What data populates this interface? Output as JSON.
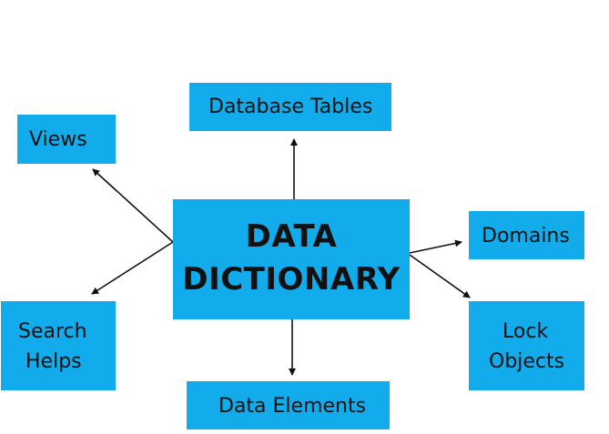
{
  "center": {
    "line1": "DATA",
    "line2": "DICTIONARY"
  },
  "nodes": {
    "database_tables": "Database  Tables",
    "views": "Views",
    "domains": "Domains",
    "search_helps_line1": "Search",
    "search_helps_line2": "Helps",
    "lock_objects_line1": "Lock",
    "lock_objects_line2": "Objects",
    "data_elements": "Data Elements"
  },
  "colors": {
    "box_fill": "#12acec",
    "text": "#111111",
    "arrow": "#111111"
  }
}
